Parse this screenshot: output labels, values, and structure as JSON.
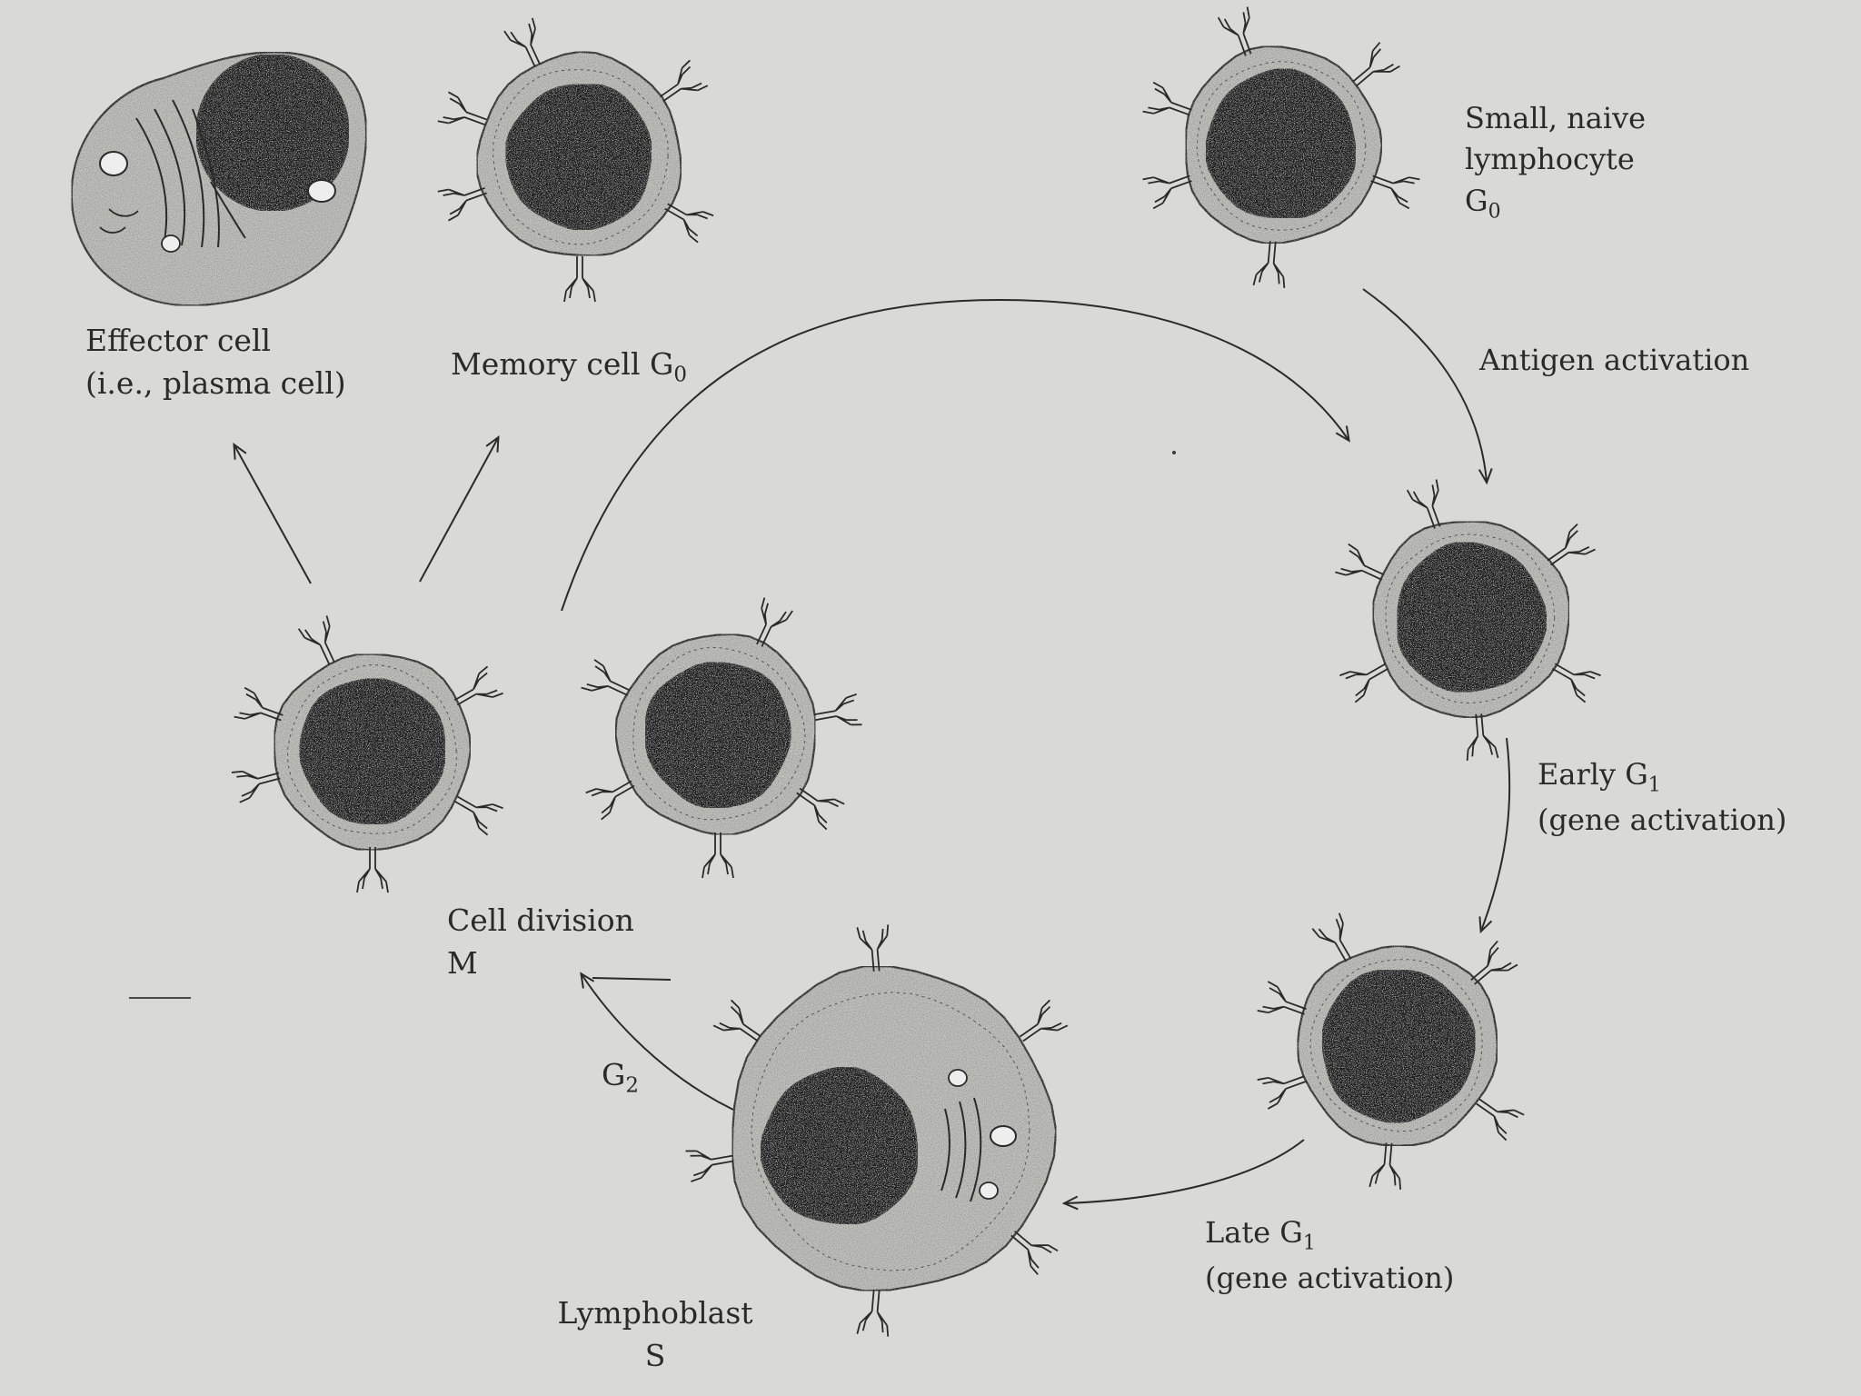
{
  "labels": {
    "effector": {
      "line1": "Effector cell",
      "line2": "(i.e., plasma cell)"
    },
    "memory": {
      "line1": "Memory cell G",
      "sub": "0"
    },
    "naive": {
      "line1": "Small, naive",
      "line2": "lymphocyte",
      "line3": "G",
      "sub": "0"
    },
    "antigen": {
      "line1": "Antigen activation"
    },
    "early": {
      "line1": "Early G",
      "sub": "1",
      "line2": "(gene activation)"
    },
    "late": {
      "line1": "Late G",
      "sub": "1",
      "line2": "(gene activation)"
    },
    "lymphoblast": {
      "line1": "Lymphoblast",
      "line2": "S"
    },
    "g2": {
      "line1": "G",
      "sub": "2"
    },
    "division": {
      "line1": "Cell division",
      "line2": "M"
    }
  },
  "colors": {
    "background": "#d9dad5",
    "ink": "#2a2a2a",
    "cytoplasm": "#c2c3bd",
    "nucleus": "#1e1e1e"
  },
  "icons": [
    "antibody-receptor-icon",
    "mitochondrion-icon",
    "vesicle-icon",
    "endoplasmic-reticulum-icon"
  ]
}
